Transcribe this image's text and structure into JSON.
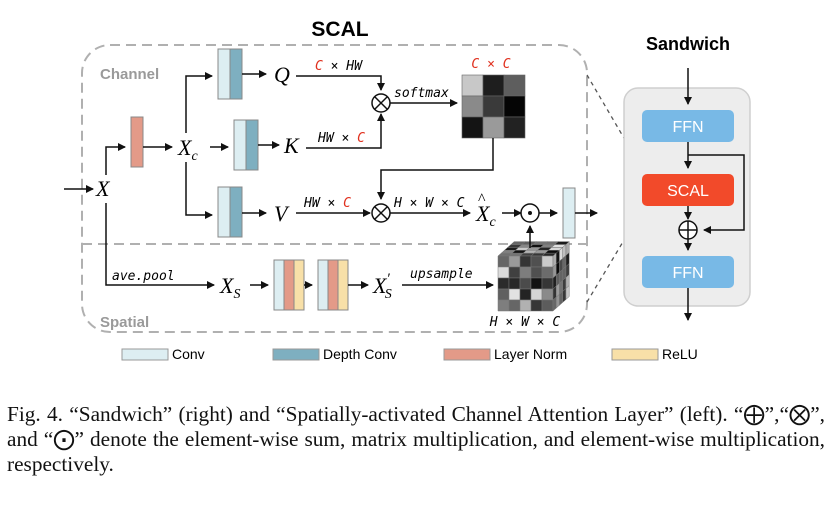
{
  "scal": {
    "title": "SCAL",
    "channel_label": "Channel",
    "spatial_label": "Spatial",
    "x": "X",
    "xc": "X",
    "xc_sub": "c",
    "q": "Q",
    "k": "K",
    "v": "V",
    "dim_q": "C × HW",
    "dim_q_c": "C",
    "dim_q_rest": " × HW",
    "dim_k_rest": "HW × ",
    "dim_k_c": "C",
    "dim_v_rest": "HW × ",
    "dim_v_c": "C",
    "softmax": "softmax",
    "cxc_a": "C",
    "cxc_op": " × ",
    "cxc_b": "C",
    "hwc_out": "H × W × C",
    "xc_hat": "X",
    "xc_hat_sub": "c",
    "avepool": "ave.pool",
    "xs": "X",
    "xs_sub": "S",
    "xs_prime": "X",
    "xs_prime_sup": "′",
    "xs_prime_sub": "S",
    "upsample": "upsample",
    "cube_label": "H × W × C"
  },
  "sandwich": {
    "title": "Sandwich",
    "ffn_top": "FFN",
    "scal": "SCAL",
    "ffn_bottom": "FFN"
  },
  "legend": {
    "conv": "Conv",
    "depth_conv": "Depth Conv",
    "layer_norm": "Layer Norm",
    "relu": "ReLU"
  },
  "colors": {
    "conv": "#ddeef2",
    "depth_conv": "#7eafc0",
    "layer_norm": "#e39a88",
    "relu": "#f8e0a8",
    "ffn": "#78b9e6",
    "scal_box": "#f24a2a",
    "highlight": "#e0301e"
  },
  "caption": {
    "text": "Fig. 4.  “Sandwich” (right) and “Spatially-activated Channel Attention Layer” (left). “⨁”,“⨂”, and “⨀” denote the element-wise sum, matrix multiplication, and element-wise multiplication, respectively."
  }
}
